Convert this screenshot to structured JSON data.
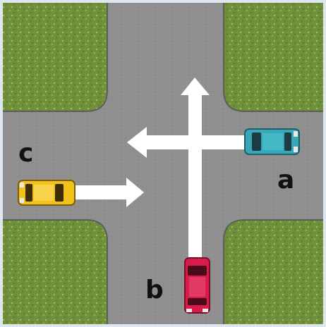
{
  "scene": {
    "grass_color": "#6f8f3a",
    "road_color": "#8f8f8f",
    "arrow_color": "#ffffff"
  },
  "cars": [
    {
      "id": "a",
      "label": "a",
      "color": "#3aa7b8",
      "heading": "left"
    },
    {
      "id": "b",
      "label": "b",
      "color": "#d81b4a",
      "heading": "up"
    },
    {
      "id": "c",
      "label": "c",
      "color": "#f2c21b",
      "heading": "right"
    }
  ]
}
